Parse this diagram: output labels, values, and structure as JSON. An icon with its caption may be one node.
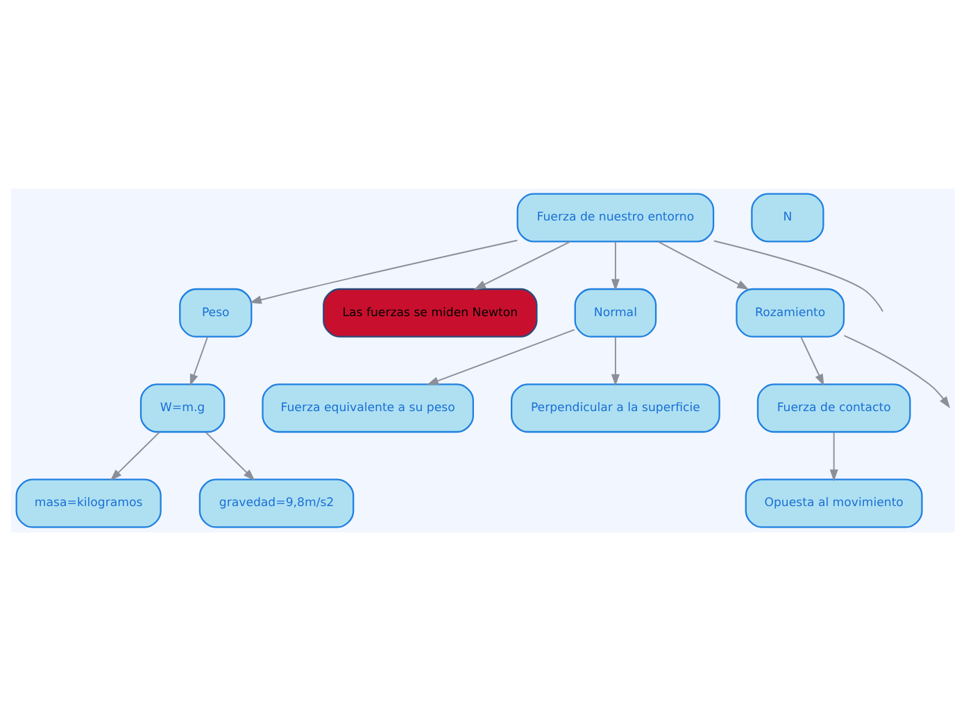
{
  "diagram": {
    "nodes": [
      {
        "text": [
          "Fuerza de nuestro entorno"
        ]
      },
      {
        "text": [
          "Peso"
        ]
      },
      {
        "text": [
          "Las fuerzas se miden Newton"
        ]
      },
      {
        "text": [
          "Normal"
        ]
      },
      {
        "text": [
          "Rozamiento"
        ]
      },
      {
        "text": [
          "W=m.g"
        ]
      },
      {
        "text": [
          "masa=kilogramos"
        ]
      },
      {
        "text": [
          "gravedad=9,8m/s2"
        ]
      },
      {
        "text": [
          "Fuerza equivalente a su peso"
        ]
      },
      {
        "text": [
          "Perpendicular a la superficie"
        ]
      },
      {
        "text": [
          "Fuerza de contacto"
        ]
      },
      {
        "text": [
          "Opuesta al movimiento"
        ]
      },
      {
        "text": [
          "N"
        ]
      }
    ],
    "edges": [
      {
        "from": 0,
        "to": 1,
        "arrow": "to"
      },
      {
        "from": 0,
        "to": 2,
        "arrow": "to"
      },
      {
        "from": 0,
        "to": 3,
        "arrow": "to"
      },
      {
        "from": 0,
        "to": 4,
        "arrow": "to"
      },
      {
        "from": 0,
        "to": null,
        "arrow": "none"
      },
      {
        "from": 1,
        "to": 5,
        "arrow": "to"
      },
      {
        "from": 5,
        "to": 6,
        "arrow": "to"
      },
      {
        "from": 5,
        "to": 7,
        "arrow": "to"
      },
      {
        "from": 3,
        "to": 8,
        "arrow": "to"
      },
      {
        "from": 3,
        "to": 9,
        "arrow": "to"
      },
      {
        "from": 4,
        "to": 10,
        "arrow": "to"
      },
      {
        "from": 4,
        "to": null,
        "arrow": "to"
      },
      {
        "from": 10,
        "to": 11,
        "arrow": "to"
      }
    ]
  }
}
